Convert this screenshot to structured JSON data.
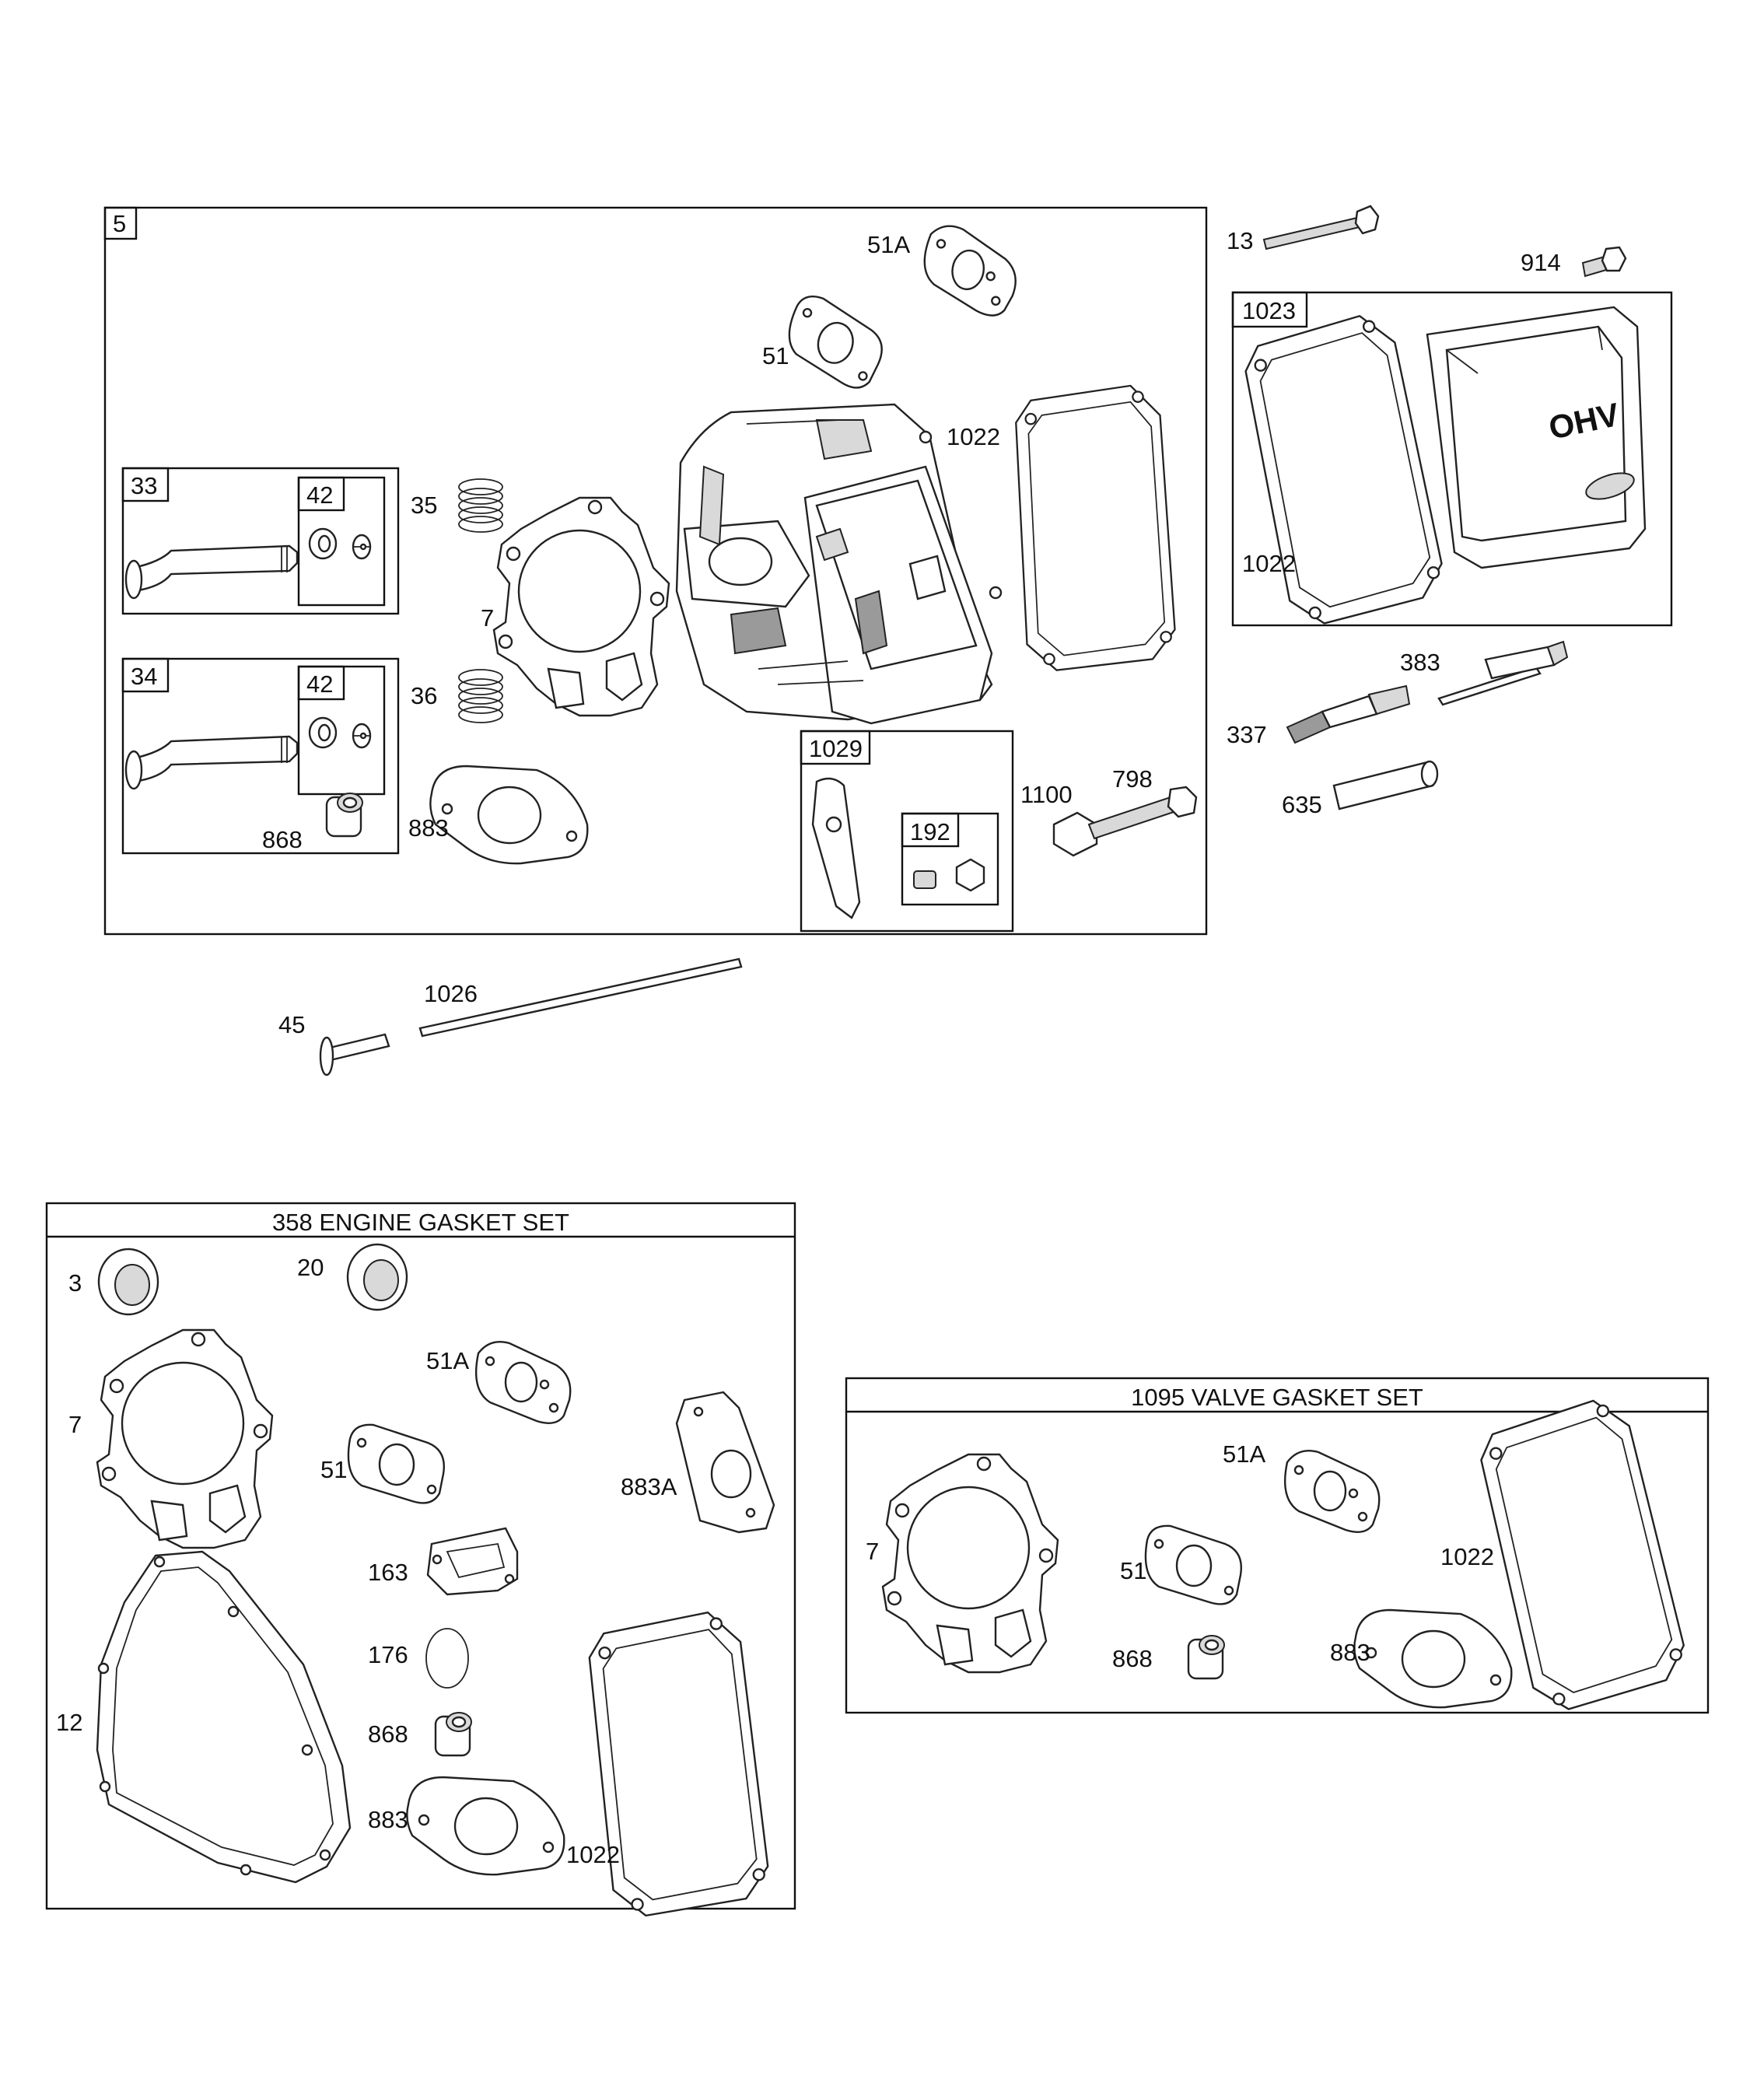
{
  "groups": {
    "cylinder_head_box": "5",
    "intake_valve_box": "33",
    "exhaust_valve_box": "34",
    "retainer_box_1": "42",
    "retainer_box_2": "42",
    "rocker_box": "1029",
    "rocker_hardware_box": "192",
    "valve_cover_box": "1023",
    "engine_gasket_set": "358 ENGINE GASKET SET",
    "valve_gasket_set": "1095 VALVE GASKET SET"
  },
  "labels": {
    "intake_gasket_top": "51A",
    "intake_gasket": "51",
    "cover_gasket_main": "1022",
    "spring_intake": "35",
    "head_gasket_main": "7",
    "spring_exhaust": "36",
    "seal_main": "868",
    "spacer_gasket": "883",
    "bushing_1100": "1100",
    "screw_798": "798",
    "bolt_13": "13",
    "screw_914": "914",
    "cover_gasket_in_1023": "1022",
    "spark_plug": "337",
    "spark_plug_tube_clip": "383",
    "spark_plug_boot": "635",
    "tappet": "45",
    "push_rod": "1026",
    "egs_3": "3",
    "egs_20": "20",
    "egs_7": "7",
    "egs_51A": "51A",
    "egs_51": "51",
    "egs_883A": "883A",
    "egs_163": "163",
    "egs_176": "176",
    "egs_12": "12",
    "egs_868": "868",
    "egs_883": "883",
    "egs_1022": "1022",
    "vgs_7": "7",
    "vgs_51A": "51A",
    "vgs_51": "51",
    "vgs_1022": "1022",
    "vgs_868": "868",
    "vgs_883": "883"
  },
  "cover_text": "OHV"
}
